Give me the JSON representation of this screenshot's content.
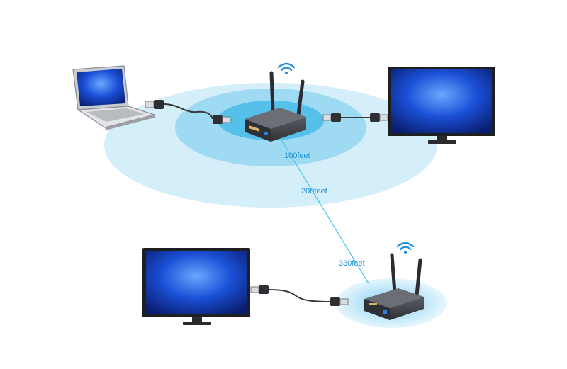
{
  "diagram": {
    "range_labels": {
      "near": "100feet",
      "mid": "200feet",
      "far": "330feet"
    },
    "devices": {
      "transmitter": {
        "kind": "wireless-transmitter"
      },
      "receiver": {
        "kind": "wireless-receiver"
      },
      "laptop": {
        "kind": "laptop-source"
      },
      "monitor_right": {
        "kind": "display"
      },
      "monitor_bottom": {
        "kind": "display"
      }
    },
    "colors": {
      "outer_zone": "#d4eefa",
      "mid_zone": "#9fdaf3",
      "inner_zone": "#55c0ea",
      "range_line": "#5bc8f0",
      "label_text": "#1e8fd0",
      "device_body": "#3a3d42",
      "antenna": "#2b2d31",
      "wifi_icon": "#1c8fe3",
      "screen_blue": "#1a4fd6",
      "cable": "#3a3a3a"
    },
    "icons": [
      "wifi-icon",
      "usb-plug-icon",
      "antenna-icon"
    ]
  }
}
